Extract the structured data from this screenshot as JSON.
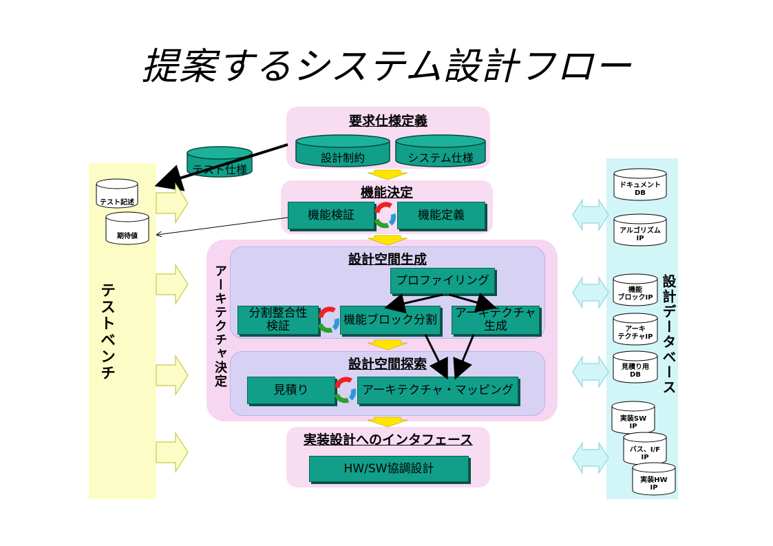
{
  "title": "提案するシステム設計フロー",
  "req": {
    "header": "要求仕様定義",
    "db_left": "設計制約",
    "db_right": "システム仕様"
  },
  "test_spec": "テスト仕様",
  "func": {
    "header": "機能決定",
    "left": "機能検証",
    "right": "機能定義"
  },
  "arch_side_label": "アーキテクチャ決定",
  "space_gen": {
    "header": "設計空間生成",
    "profiling": "プロファイリング",
    "consistency": "分割整合性\n検証",
    "block_split": "機能ブロック分割",
    "arch_gen": "アーキテクチャ\n生成"
  },
  "space_search": {
    "header": "設計空間探索",
    "estimate": "見積り",
    "mapping": "アーキテクチャ・マッピング"
  },
  "impl": {
    "header": "実装設計へのインタフェース",
    "hwsw": "HW/SW協調設計"
  },
  "testbench": {
    "label": "テストベンチ",
    "db1": "テスト記述",
    "db2": "期待値"
  },
  "design_db": {
    "label": "設計データベース",
    "items": [
      "ドキュメント\nDB",
      "アルゴリズム\nIP",
      "機能\nブロックIP",
      "アーキ\nテクチャIP",
      "見積り用\nDB",
      "実装SW\nIP",
      "バス、I/F\nIP",
      "実装HW\nIP"
    ]
  },
  "colors": {
    "teal": "#119f8a",
    "pink": "#f7dcf2",
    "lavender": "#d7d2f3",
    "yellow_arrow": "#ffe600",
    "bench": "#fcfcc6",
    "db_column": "#d2f5f8"
  }
}
